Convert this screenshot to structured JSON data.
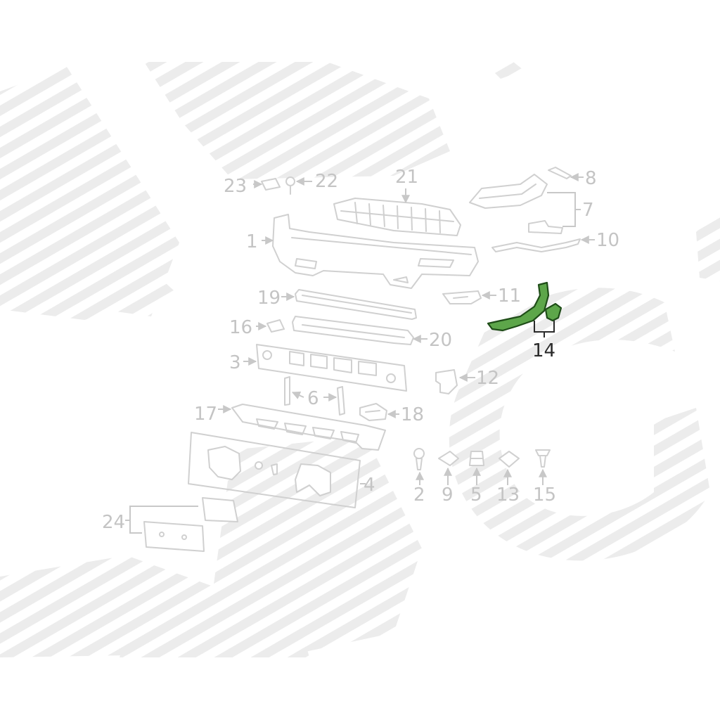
{
  "diagram": {
    "labels": {
      "p1": "1",
      "p2": "2",
      "p3": "3",
      "p4": "4",
      "p5": "5",
      "p6": "6",
      "p7": "7",
      "p8": "8",
      "p9": "9",
      "p10": "10",
      "p11": "11",
      "p12": "12",
      "p13": "13",
      "p14": "14",
      "p15": "15",
      "p16": "16",
      "p17": "17",
      "p18": "18",
      "p19": "19",
      "p20": "20",
      "p21": "21",
      "p22": "22",
      "p23": "23",
      "p24": "24"
    },
    "highlighted_part": "14",
    "colors": {
      "highlight_fill": "#5da64a",
      "highlight_stroke": "#1f4d18",
      "inactive_line": "#d0d0d0",
      "inactive_label": "#c4c4c4",
      "active_label": "#2a2a2a",
      "watermark": "#e9e9e9"
    }
  }
}
